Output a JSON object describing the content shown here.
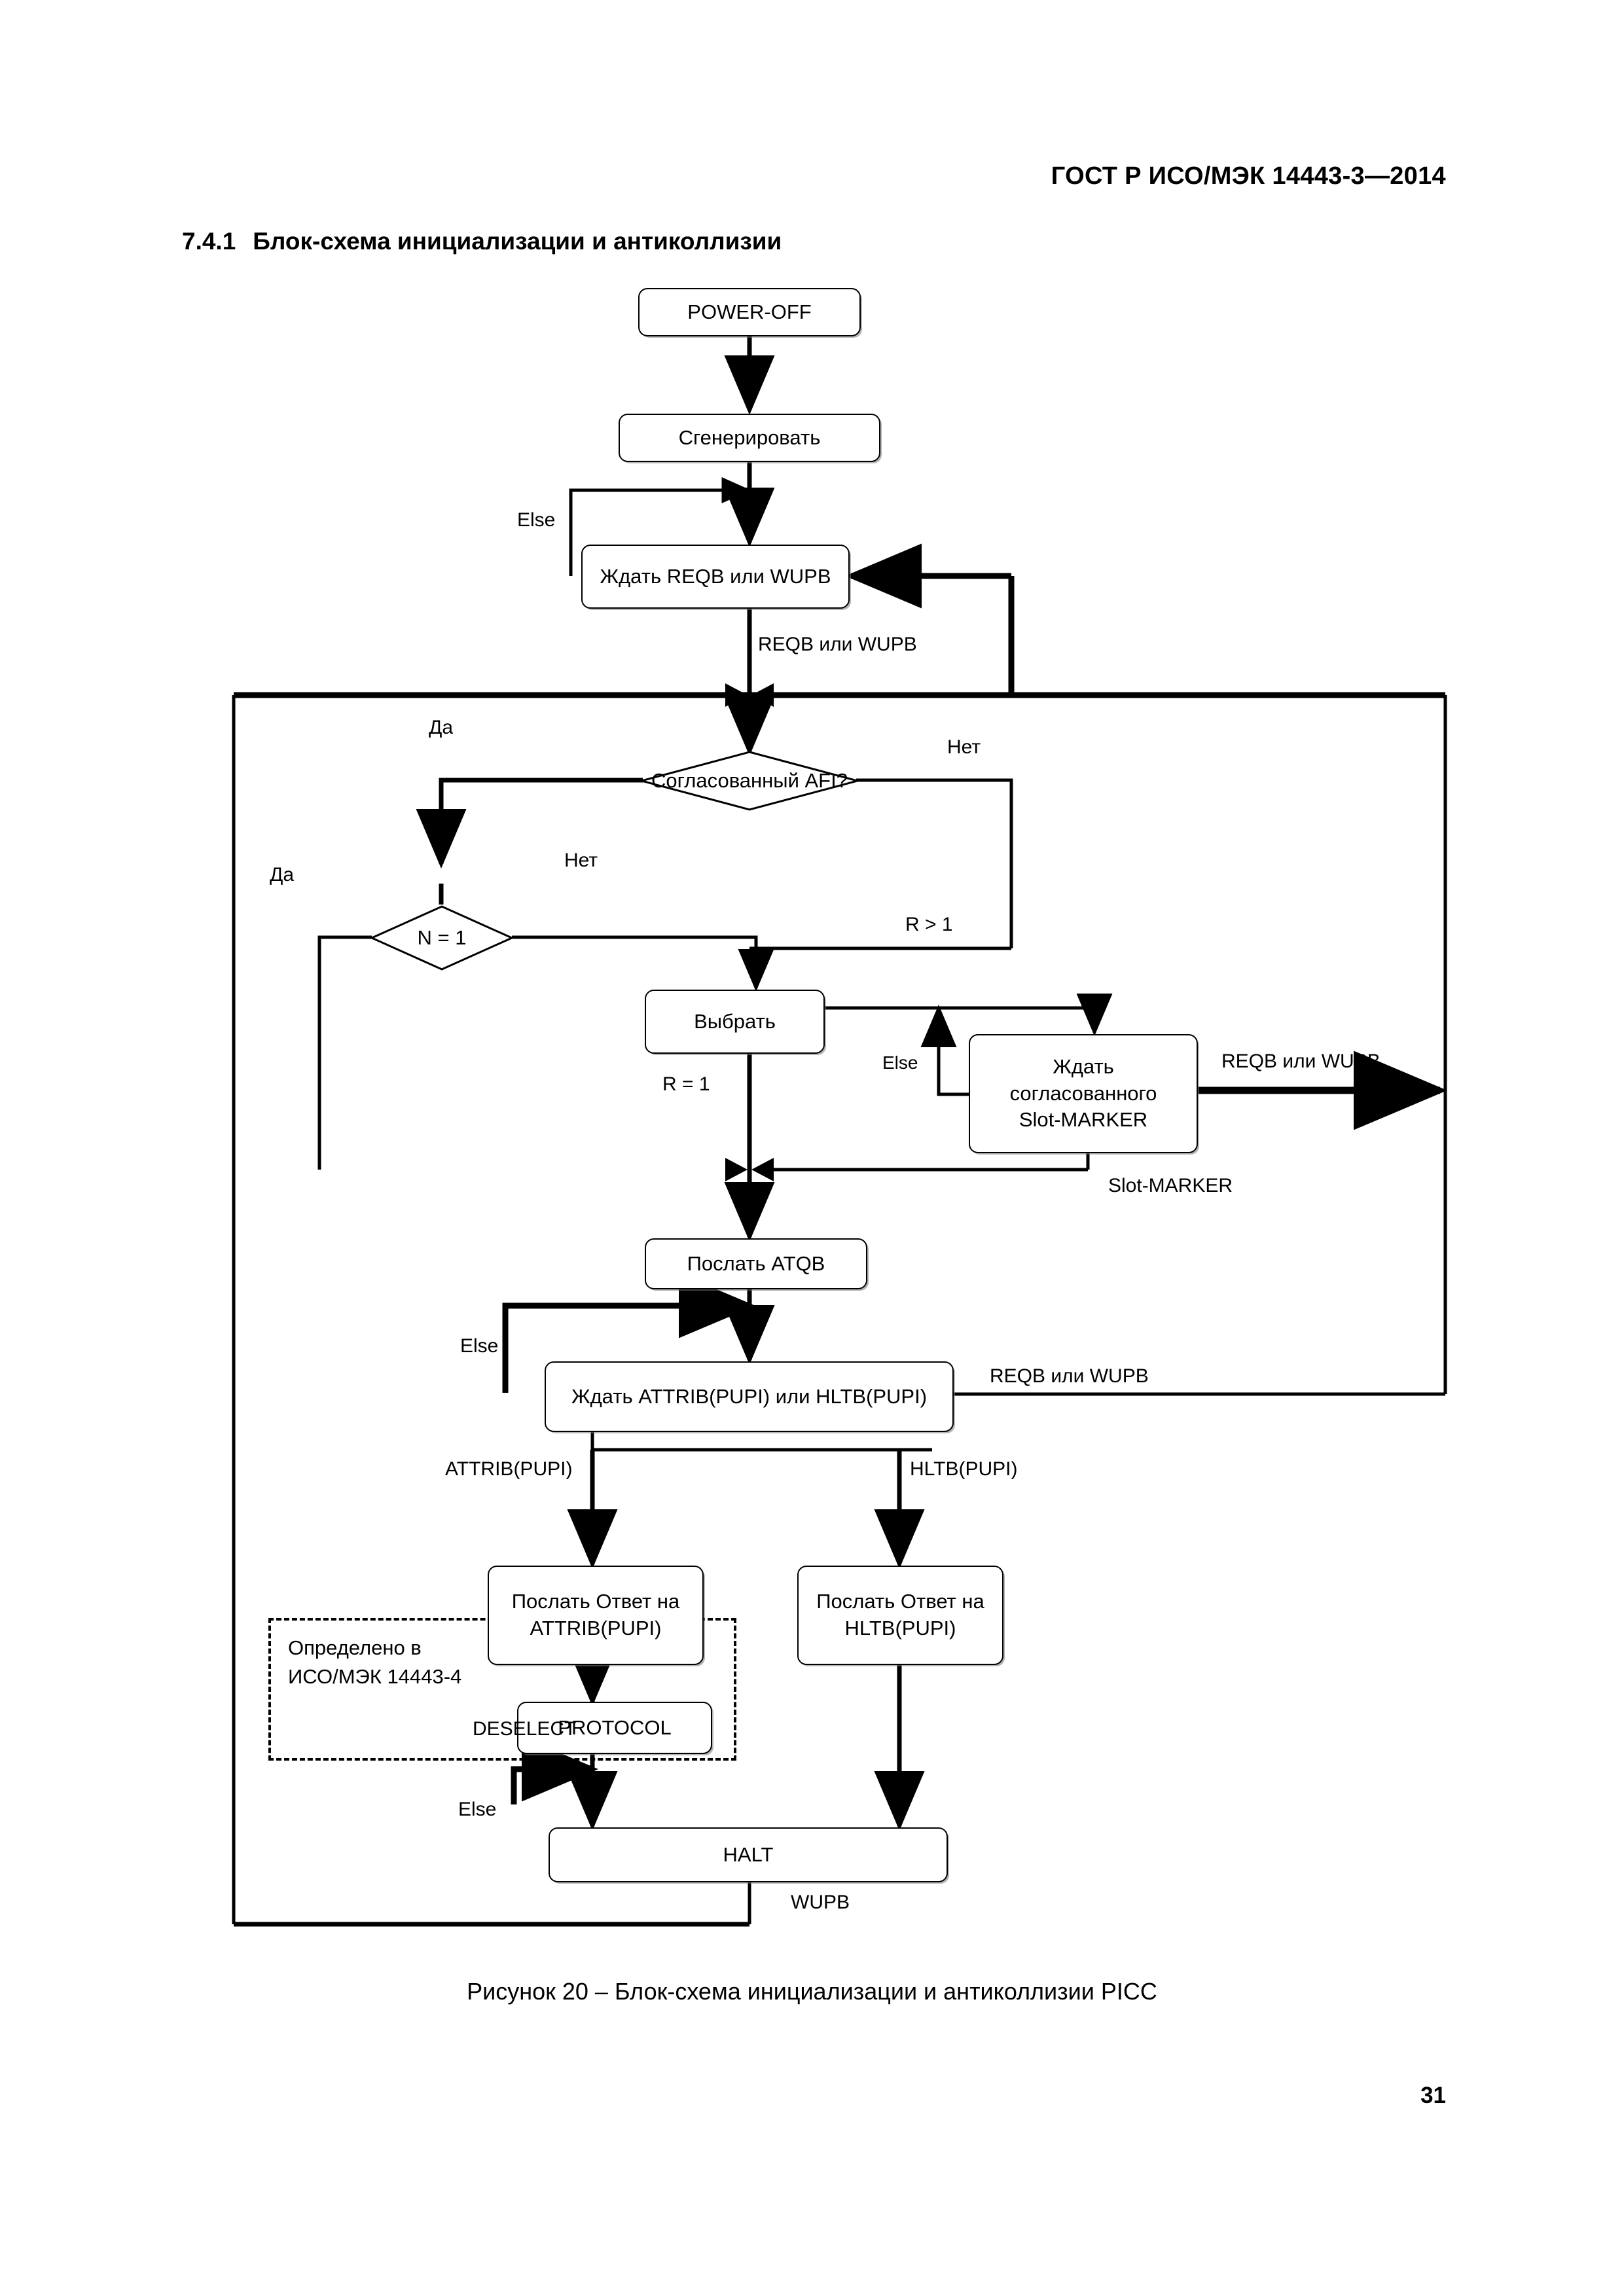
{
  "document": {
    "header": "ГОСТ Р ИСО/МЭК 14443-3—2014",
    "section_number": "7.4.1",
    "section_title": "Блок-схема инициализации и антиколлизии",
    "figure_caption": "Рисунок 20 – Блок-схема инициализации и антиколлизии PICC",
    "page_number": "31"
  },
  "flowchart": {
    "type": "flowchart",
    "title": "Блок-схема инициализации и антиколлизии PICC",
    "nodes": [
      {
        "id": "power_off",
        "shape": "process",
        "label": "POWER-OFF"
      },
      {
        "id": "generate",
        "shape": "process",
        "label": "Сгенерировать"
      },
      {
        "id": "wait_reqb",
        "shape": "process",
        "label": "Ждать REQB или WUPB"
      },
      {
        "id": "afi_match",
        "shape": "decision",
        "label": "Согласованный AFI?"
      },
      {
        "id": "n_eq_1",
        "shape": "decision",
        "label": "N = 1"
      },
      {
        "id": "select",
        "shape": "process",
        "label": "Выбрать"
      },
      {
        "id": "wait_slot",
        "shape": "process",
        "label_line1": "Ждать  согласованного",
        "label_line2": "Slot-MARKER"
      },
      {
        "id": "send_atqb",
        "shape": "process",
        "label": "Послать ATQB"
      },
      {
        "id": "wait_attrib",
        "shape": "process",
        "label": "Ждать ATTRIB(PUPI) или HLTB(PUPI)"
      },
      {
        "id": "resp_attrib",
        "shape": "process",
        "label_line1": "Послать Ответ на",
        "label_line2": "ATTRIB(PUPI)"
      },
      {
        "id": "resp_hltb",
        "shape": "process",
        "label_line1": "Послать Ответ на",
        "label_line2": "HLTB(PUPI)"
      },
      {
        "id": "protocol",
        "shape": "process",
        "label": "PROTOCOL"
      },
      {
        "id": "halt",
        "shape": "process",
        "label": "HALT"
      }
    ],
    "group": {
      "id": "iso14443_4_group",
      "line1": "Определено в",
      "line2": "ИСО/МЭК 14443-4",
      "border": "dashed"
    },
    "edge_labels": {
      "else_wait_reqb": "Else",
      "reqb_wupb_down": "REQB или WUPB",
      "afi_yes": "Да",
      "afi_no": "Нет",
      "n_yes": "Да",
      "n_no": "Нет",
      "r_gt_1": "R > 1",
      "r_eq_1": "R = 1",
      "else_slot": "Else",
      "reqb_wupb_slot": "REQB или WUPB",
      "slot_marker": "Slot-MARKER",
      "else_attrib": "Else",
      "reqb_wupb_attrib": "REQB или WUPB",
      "attrib_pupi": "ATTRIB(PUPI)",
      "hltb_pupi": "HLTB(PUPI)",
      "deselect": "DESELECT",
      "else_halt": "Else",
      "wupb": "WUPB"
    },
    "colors": {
      "stroke": "#000000",
      "fill": "#ffffff",
      "shadow": "#787878"
    }
  }
}
